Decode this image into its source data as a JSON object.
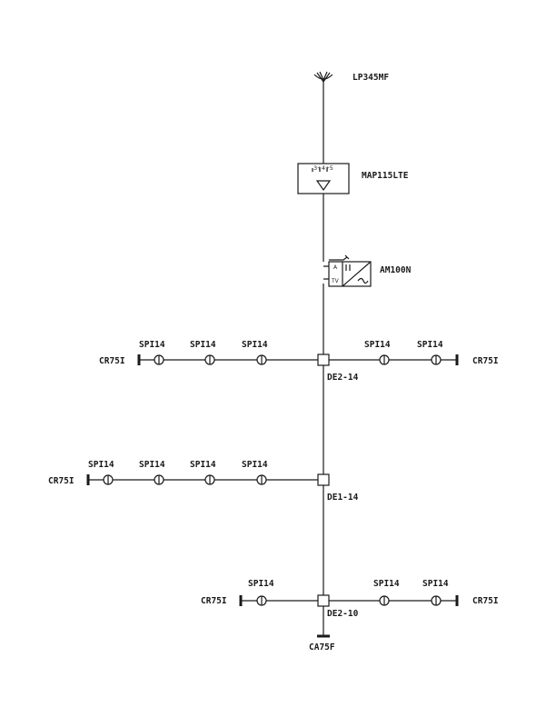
{
  "antenna": {
    "label": "LP345MF"
  },
  "amplifier": {
    "label": "MAP115LTE",
    "inputs": "3+4+5"
  },
  "modulator": {
    "label": "AM100N",
    "port_a": "A",
    "port_tv": "TV"
  },
  "branches": [
    {
      "splitter": "DE2-14",
      "left_term": "CR75I",
      "right_term": "CR75I",
      "left_outlets": [
        "SPI14",
        "SPI14",
        "SPI14"
      ],
      "right_outlets": [
        "SPI14",
        "SPI14"
      ]
    },
    {
      "splitter": "DE1-14",
      "left_term": "CR75I",
      "left_outlets": [
        "SPI14",
        "SPI14",
        "SPI14",
        "SPI14"
      ]
    },
    {
      "splitter": "DE2-10",
      "left_term": "CR75I",
      "right_term": "CR75I",
      "left_outlets": [
        "SPI14"
      ],
      "right_outlets": [
        "SPI14",
        "SPI14"
      ]
    }
  ],
  "end_termination": {
    "label": "CA75F"
  }
}
